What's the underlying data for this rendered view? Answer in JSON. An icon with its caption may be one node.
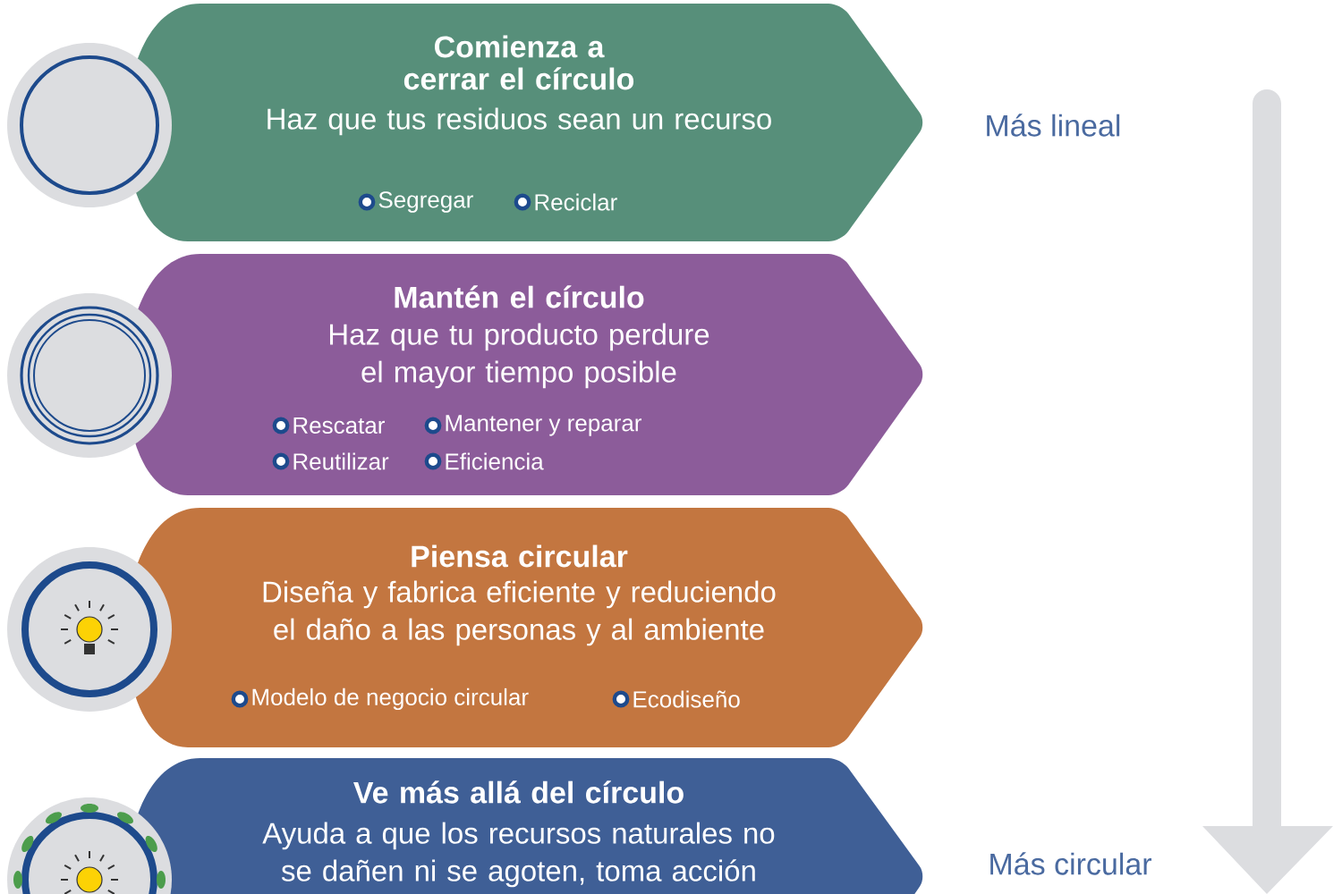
{
  "diagram": {
    "nodes": [
      {
        "text": [
          "Comienza a cerrar el círculo",
          "Haz que tus residuos sean un recurso",
          "Segregar",
          "Reciclar"
        ]
      },
      {
        "text": [
          "Mantén el círculo",
          "Haz que tu producto perdure el mayor tiempo posible",
          "Rescatar",
          "Mantener y reparar",
          "Reutilizar",
          "Eficiencia"
        ]
      },
      {
        "text": [
          "Piensa circular",
          "Diseña y fabrica eficiente y reduciendo el daño a las personas y al ambiente",
          "Modelo de negocio circular",
          "Ecodiseño"
        ]
      },
      {
        "text": [
          "Ve más allá del círculo",
          "Ayuda a que los recursos naturales no se dañen ni se agoten, toma acción"
        ]
      }
    ],
    "labels": [
      "Más lineal",
      "Más circular"
    ]
  }
}
